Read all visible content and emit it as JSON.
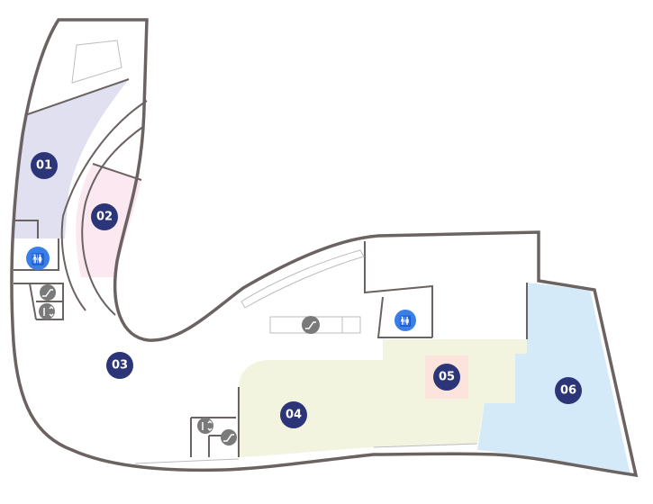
{
  "colors": {
    "badge": "#2b3578",
    "restroom": "#3a7fe8",
    "facility": "#7a7a7a",
    "zone_01": "#e1e0f0",
    "zone_02": "#fbe8f0",
    "zone_04": "#f2f4e0",
    "zone_05": "#fce3dc",
    "zone_06": "#d4eaf8"
  },
  "zones": [
    {
      "label": "01"
    },
    {
      "label": "02"
    },
    {
      "label": "03"
    },
    {
      "label": "04"
    },
    {
      "label": "05"
    },
    {
      "label": "06"
    }
  ],
  "facilities": [
    {
      "type": "restroom-icon"
    },
    {
      "type": "escalator-icon"
    },
    {
      "type": "elevator-icon"
    },
    {
      "type": "escalator-icon"
    },
    {
      "type": "restroom-icon"
    },
    {
      "type": "elevator-icon"
    },
    {
      "type": "escalator-icon"
    }
  ]
}
